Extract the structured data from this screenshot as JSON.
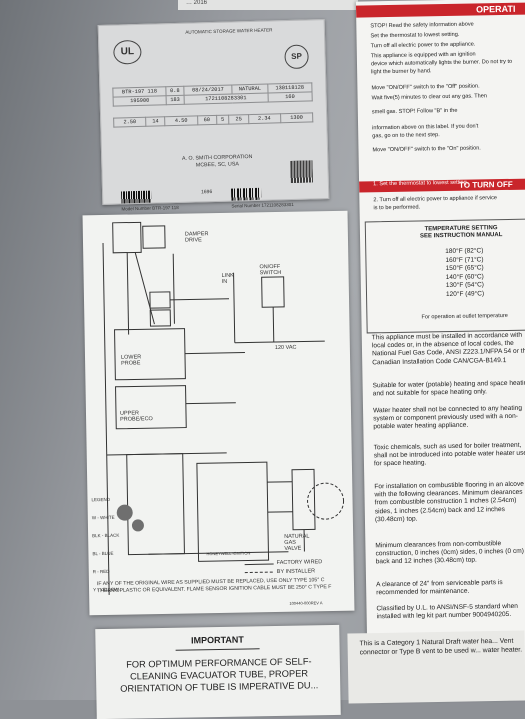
{
  "top_strip": "… 2016",
  "plate": {
    "header": "AUTOMATIC STORAGE WATER HEATER",
    "ul": "UL",
    "csa": "SP",
    "rows": [
      [
        "BTR-197 118",
        "0.8",
        "08/24/2017",
        "NATURAL",
        "130118128"
      ],
      [
        "195900",
        "183",
        "1721108283301",
        "",
        "160"
      ],
      [
        "2.50",
        "14",
        "4.50",
        "60",
        "5",
        "25",
        "2.34",
        "1300"
      ]
    ],
    "manufacturer": [
      "A. O. SMITH CORPORATION",
      "MCBEE, SC, USA"
    ],
    "code": "1696",
    "model_label": "Model Number BTR-197 118",
    "serial_label": "Serial Number 1721108283301"
  },
  "diagram": {
    "labels": {
      "damper": "DAMPER\nDRIVE",
      "link": "LINK\nIN",
      "onoff": "ON/OFF\nSWITCH",
      "lower": "LOWER\nPROBE",
      "upper": "UPPER\nPROBE/ECO",
      "gas": "NATURAL\nGAS\nVALVE",
      "vent": "120 VAC",
      "legend": [
        "LEGEND",
        "W - WHITE",
        "BLK - BLACK",
        "BL - BLUE",
        "R - RED",
        "Y - YELLOW"
      ],
      "factory": "FACTORY WIRED",
      "installer": "BY INSTALLER",
      "honeywell": "HONEYWELL IGNITION"
    },
    "fine_print": "IF ANY OF THE ORIGINAL WIRE AS SUPPLIED MUST BE REPLACED, USE ONLY TYPE 105° C THERMOPLASTIC OR EQUIVALENT. FLAME SENSOR IGNITION CABLE MUST BE 250° C TYPE F",
    "part_no": "100440-000REV A"
  },
  "warning": {
    "header1": "OPERATI",
    "lines1": [
      "STOP! Read the safety information above",
      "Set the thermostat to lowest setting.",
      "Turn off all electric power to the appliance.",
      "This appliance is equipped with an ignition",
      "device which automatically lights the burner. Do not try to",
      "light the burner by hand.",
      "Move \"ON/OFF\" switch to the \"Off\" position.",
      "Wait five(5) minutes to clear out any gas. Then",
      "smell gas.   STOP! Follow \"B\" in the",
      "information above on this label. If you don't",
      "gas, go on to the next step.",
      "Move \"ON/OFF\" switch to the \"On\" position."
    ],
    "header2": "TO TURN OFF",
    "lines2": [
      "1. Set the thermostat to lowest setting.",
      "2. Turn off all electric power to appliance if service",
      "   is to be performed."
    ],
    "temp_title": "TEMPERATURE SETTING\nSEE INSTRUCTION MANUAL",
    "temps": [
      "180°F (82°C)",
      "160°F (71°C)",
      "150°F (65°C)",
      "140°F (60°C)",
      "130°F (54°C)",
      "120°F (49°C)"
    ],
    "outlet": "For operation at outlet temperature",
    "paras": [
      "This appliance must be installed in accordance with local codes or, in the absence of local codes, the National Fuel Gas Code, ANSI Z223.1/NFPA 54 or the Canadian Installation Code CAN/CGA-B149.1",
      "Suitable for water (potable) heating and space heating and not suitable for space heating only.",
      "Water heater shall not be connected to any heating system or component previously used with a non-potable water heating appliance.",
      "Toxic chemicals, such as used for boiler treatment, shall not be introduced into potable water heater used for space heating.",
      "For installation on combustible flooring in an alcove with the following clearances. Minimum clearances from combustible construction 1 inches (2.54cm) sides, 1 inches (2.54cm) back and 12 inches (30.48cm) top.",
      "Minimum clearances from non-combustible construction, 0 inches (0cm) sides, 0 inches (0 cm) back and 12 inches (30.48cm) top.",
      "A clearance of 24\" from serviceable parts is recommended for maintenance.",
      "Classified by U.L. to ANSI/NSF-5 standard when installed with leg kit part number 9004940205."
    ]
  },
  "important": {
    "title": "IMPORTANT",
    "body": "FOR OPTIMUM PERFORMANCE OF SELF-CLEANING EVACUATOR TUBE, PROPER ORIENTATION OF TUBE IS IMPERATIVE DU..."
  },
  "category": {
    "body": "This is a Category 1 Natural Draft water hea... Vent connector or Type B vent to be used w... water heater."
  }
}
